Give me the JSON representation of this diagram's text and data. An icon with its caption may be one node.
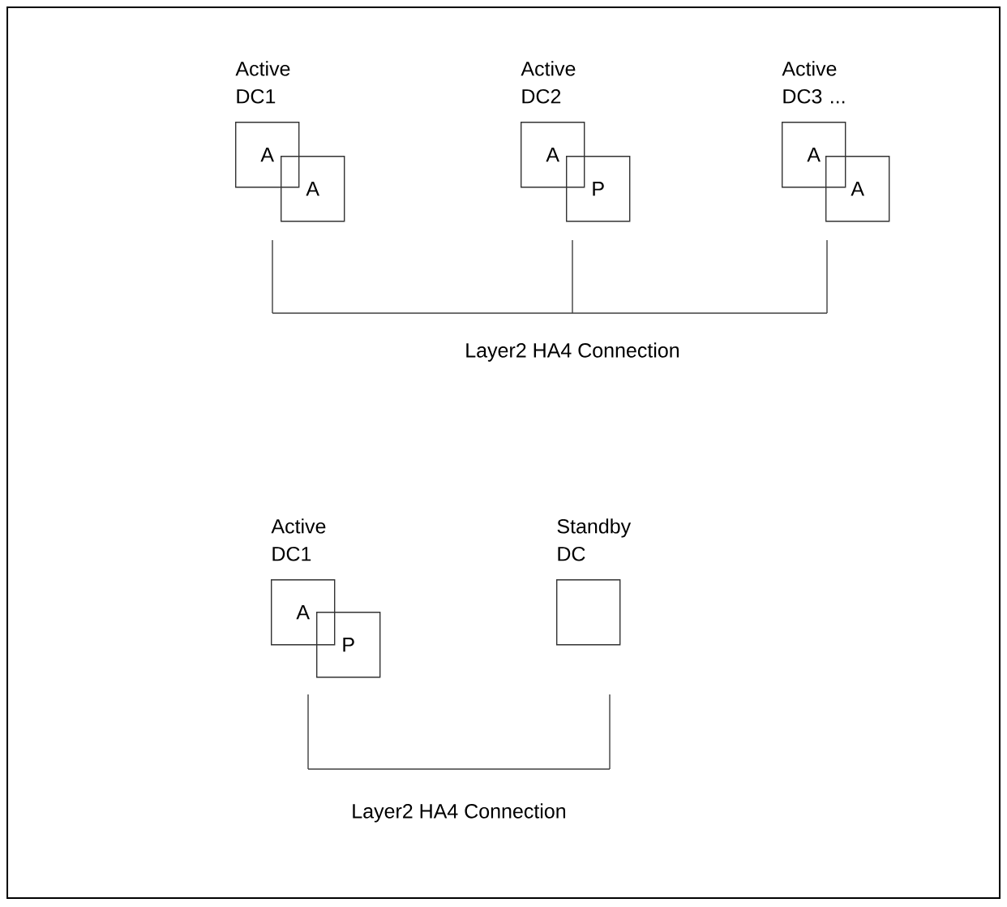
{
  "diagram": {
    "nodes": [
      {
        "text": [
          "A"
        ],
        "beside": [
          "Active DC1"
        ]
      },
      {
        "text": [
          "A"
        ]
      },
      {
        "text": [
          "A"
        ],
        "beside": [
          "Active DC2"
        ]
      },
      {
        "text": [
          "P"
        ]
      },
      {
        "text": [
          "A"
        ],
        "beside": [
          "Active DC3 ..."
        ]
      },
      {
        "text": [
          "A"
        ]
      },
      {
        "text": [
          "A"
        ],
        "beside": [
          "Active DC1"
        ]
      },
      {
        "text": [
          "P"
        ]
      },
      {
        "text": [],
        "shape": "box",
        "beside": [
          "Standby DC"
        ]
      }
    ],
    "labels": [
      "Layer2 HA4 Connection",
      "Layer2 HA4 Connection"
    ]
  }
}
